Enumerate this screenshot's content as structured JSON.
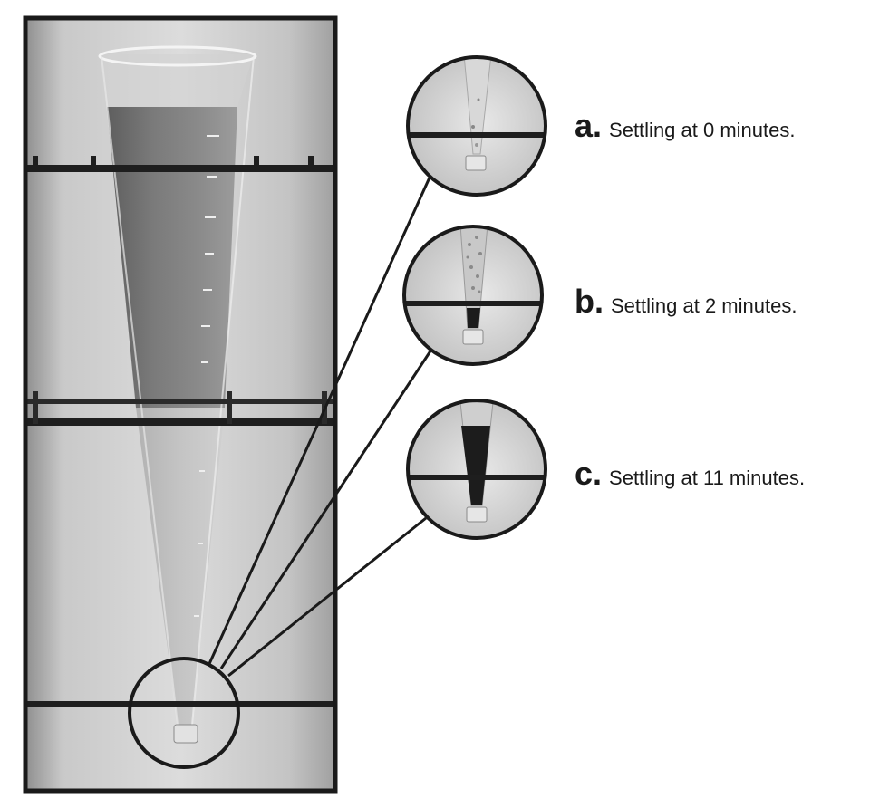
{
  "colors": {
    "frame": "#1a1a1a",
    "photo_background": "#cfcfcf",
    "liquid_mixed": "#6e6e6e",
    "sludge": "#1c1c1c",
    "clear_water": "#e4e4e4"
  },
  "panels": [
    {
      "letter": "a.",
      "text": "Settling at 0 minutes.",
      "sludge_fraction": 0.0
    },
    {
      "letter": "b.",
      "text": "Settling at 2 minutes.",
      "sludge_fraction": 0.3
    },
    {
      "letter": "c.",
      "text": "Settling at 11 minutes.",
      "sludge_fraction": 0.8
    }
  ]
}
